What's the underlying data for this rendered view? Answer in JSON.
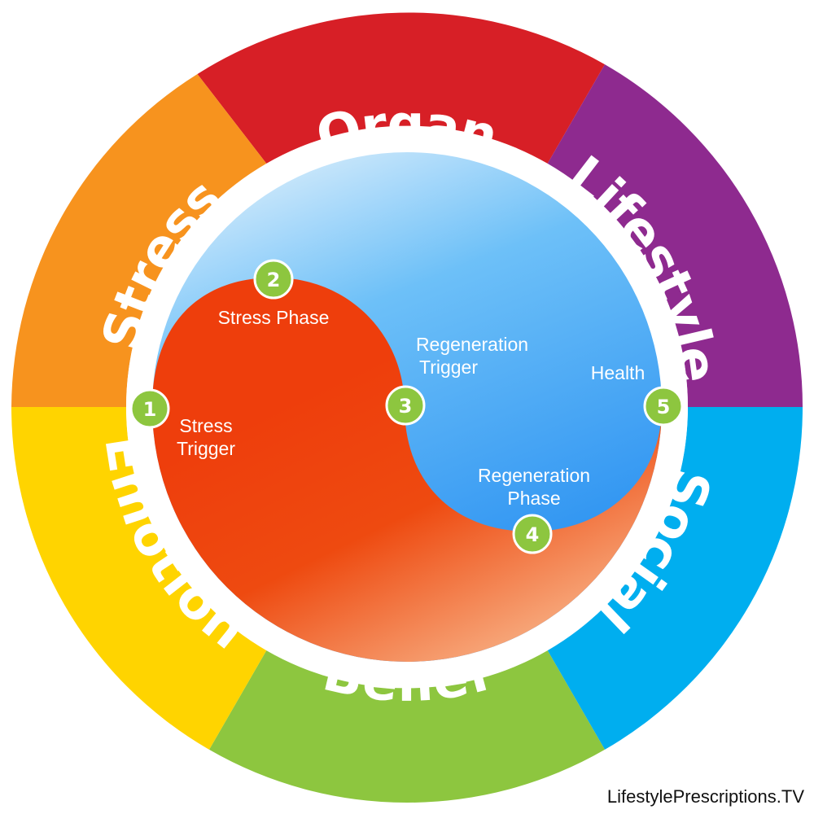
{
  "ring": {
    "segments": [
      {
        "label": "Organ",
        "color": "#D71F26"
      },
      {
        "label": "Lifestyle",
        "color": "#8E2A8F"
      },
      {
        "label": "Social",
        "color": "#00AEEF"
      },
      {
        "label": "Belief",
        "color": "#8DC63F"
      },
      {
        "label": "Emotion",
        "color": "#FFD400"
      },
      {
        "label": "Stress",
        "color": "#F7931E"
      }
    ]
  },
  "inner": {
    "labels": {
      "stress_phase": "Stress Phase",
      "regeneration_trigger": [
        "Regeneration",
        "Trigger"
      ],
      "health": "Health",
      "stress_trigger": [
        "Stress",
        "Trigger"
      ],
      "regeneration_phase": [
        "Regeneration",
        "Phase"
      ]
    },
    "badges": [
      "1",
      "2",
      "3",
      "4",
      "5"
    ],
    "badge_color": "#8DC63F",
    "stress_color": "#EE3E0C",
    "regen_color": "#3CA5F5"
  },
  "credit": "LifestylePrescriptions.TV"
}
